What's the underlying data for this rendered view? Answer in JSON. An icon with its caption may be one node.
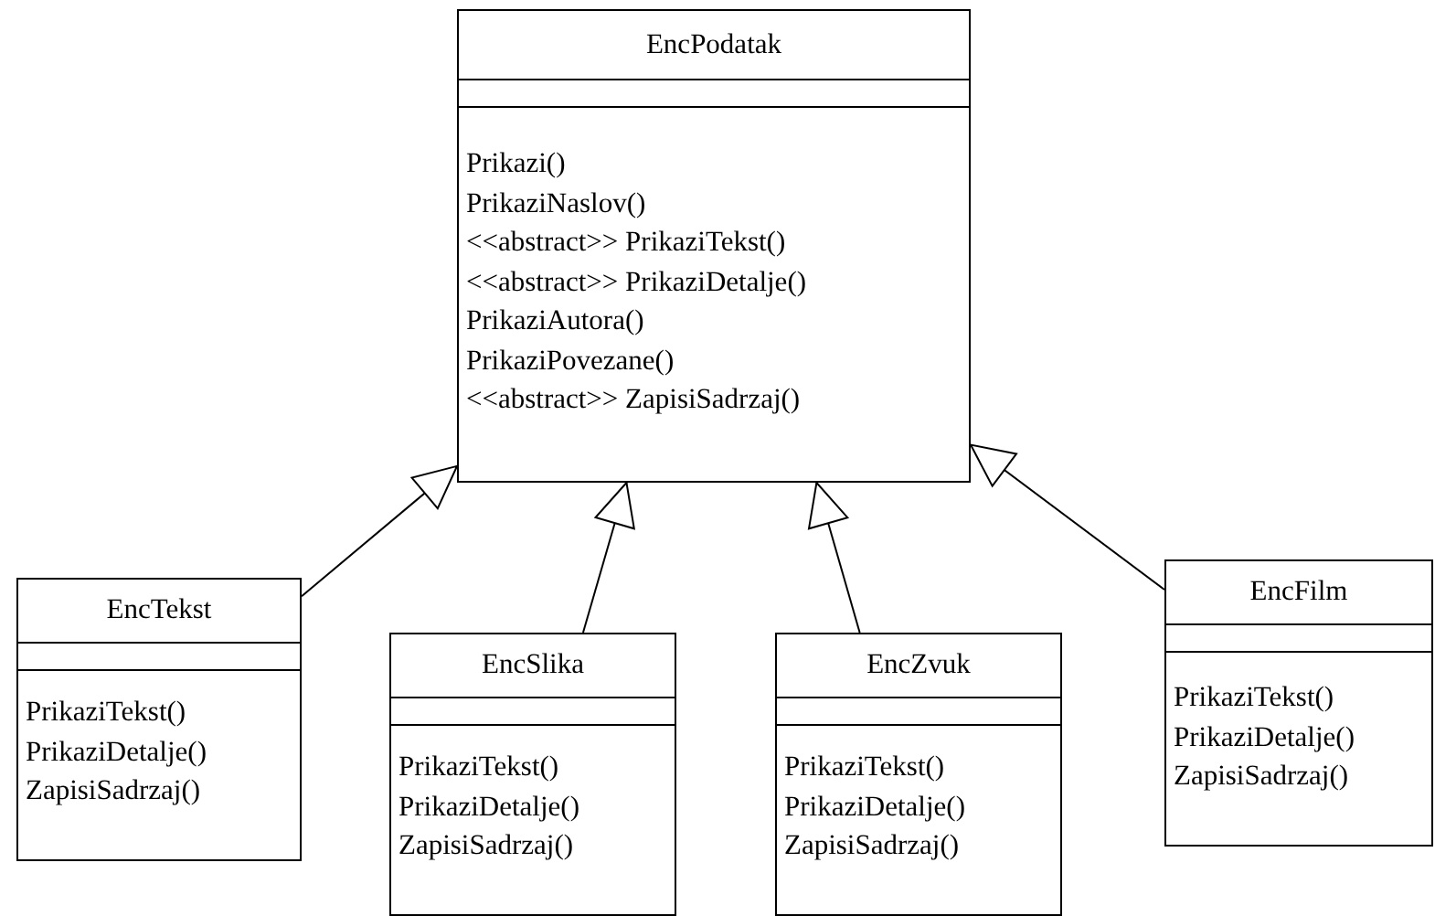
{
  "diagram": {
    "nodes": [
      {
        "text": [
          "EncPodatak",
          "Prikazi()",
          "PrikaziNaslov()",
          "<<abstract>> PrikaziTekst()",
          "<<abstract>> PrikaziDetalje()",
          "PrikaziAutora()",
          "PrikaziPovezane()",
          "<<abstract>> ZapisiSadrzaj()"
        ]
      },
      {
        "text": [
          "EncTekst",
          "PrikaziTekst()",
          "PrikaziDetalje()",
          "ZapisiSadrzaj()"
        ]
      },
      {
        "text": [
          "EncSlika",
          "PrikaziTekst()",
          "PrikaziDetalje()",
          "ZapisiSadrzaj()"
        ]
      },
      {
        "text": [
          "EncZvuk",
          "PrikaziTekst()",
          "PrikaziDetalje()",
          "ZapisiSadrzaj()"
        ]
      },
      {
        "text": [
          "EncFilm",
          "PrikaziTekst()",
          "PrikaziDetalje()",
          "ZapisiSadrzaj()"
        ]
      }
    ],
    "edges": [
      {
        "from": 1,
        "to": 0,
        "arrow": "to"
      },
      {
        "from": 2,
        "to": 0,
        "arrow": "to"
      },
      {
        "from": 3,
        "to": 0,
        "arrow": "to"
      },
      {
        "from": 4,
        "to": 0,
        "arrow": "to"
      }
    ]
  }
}
